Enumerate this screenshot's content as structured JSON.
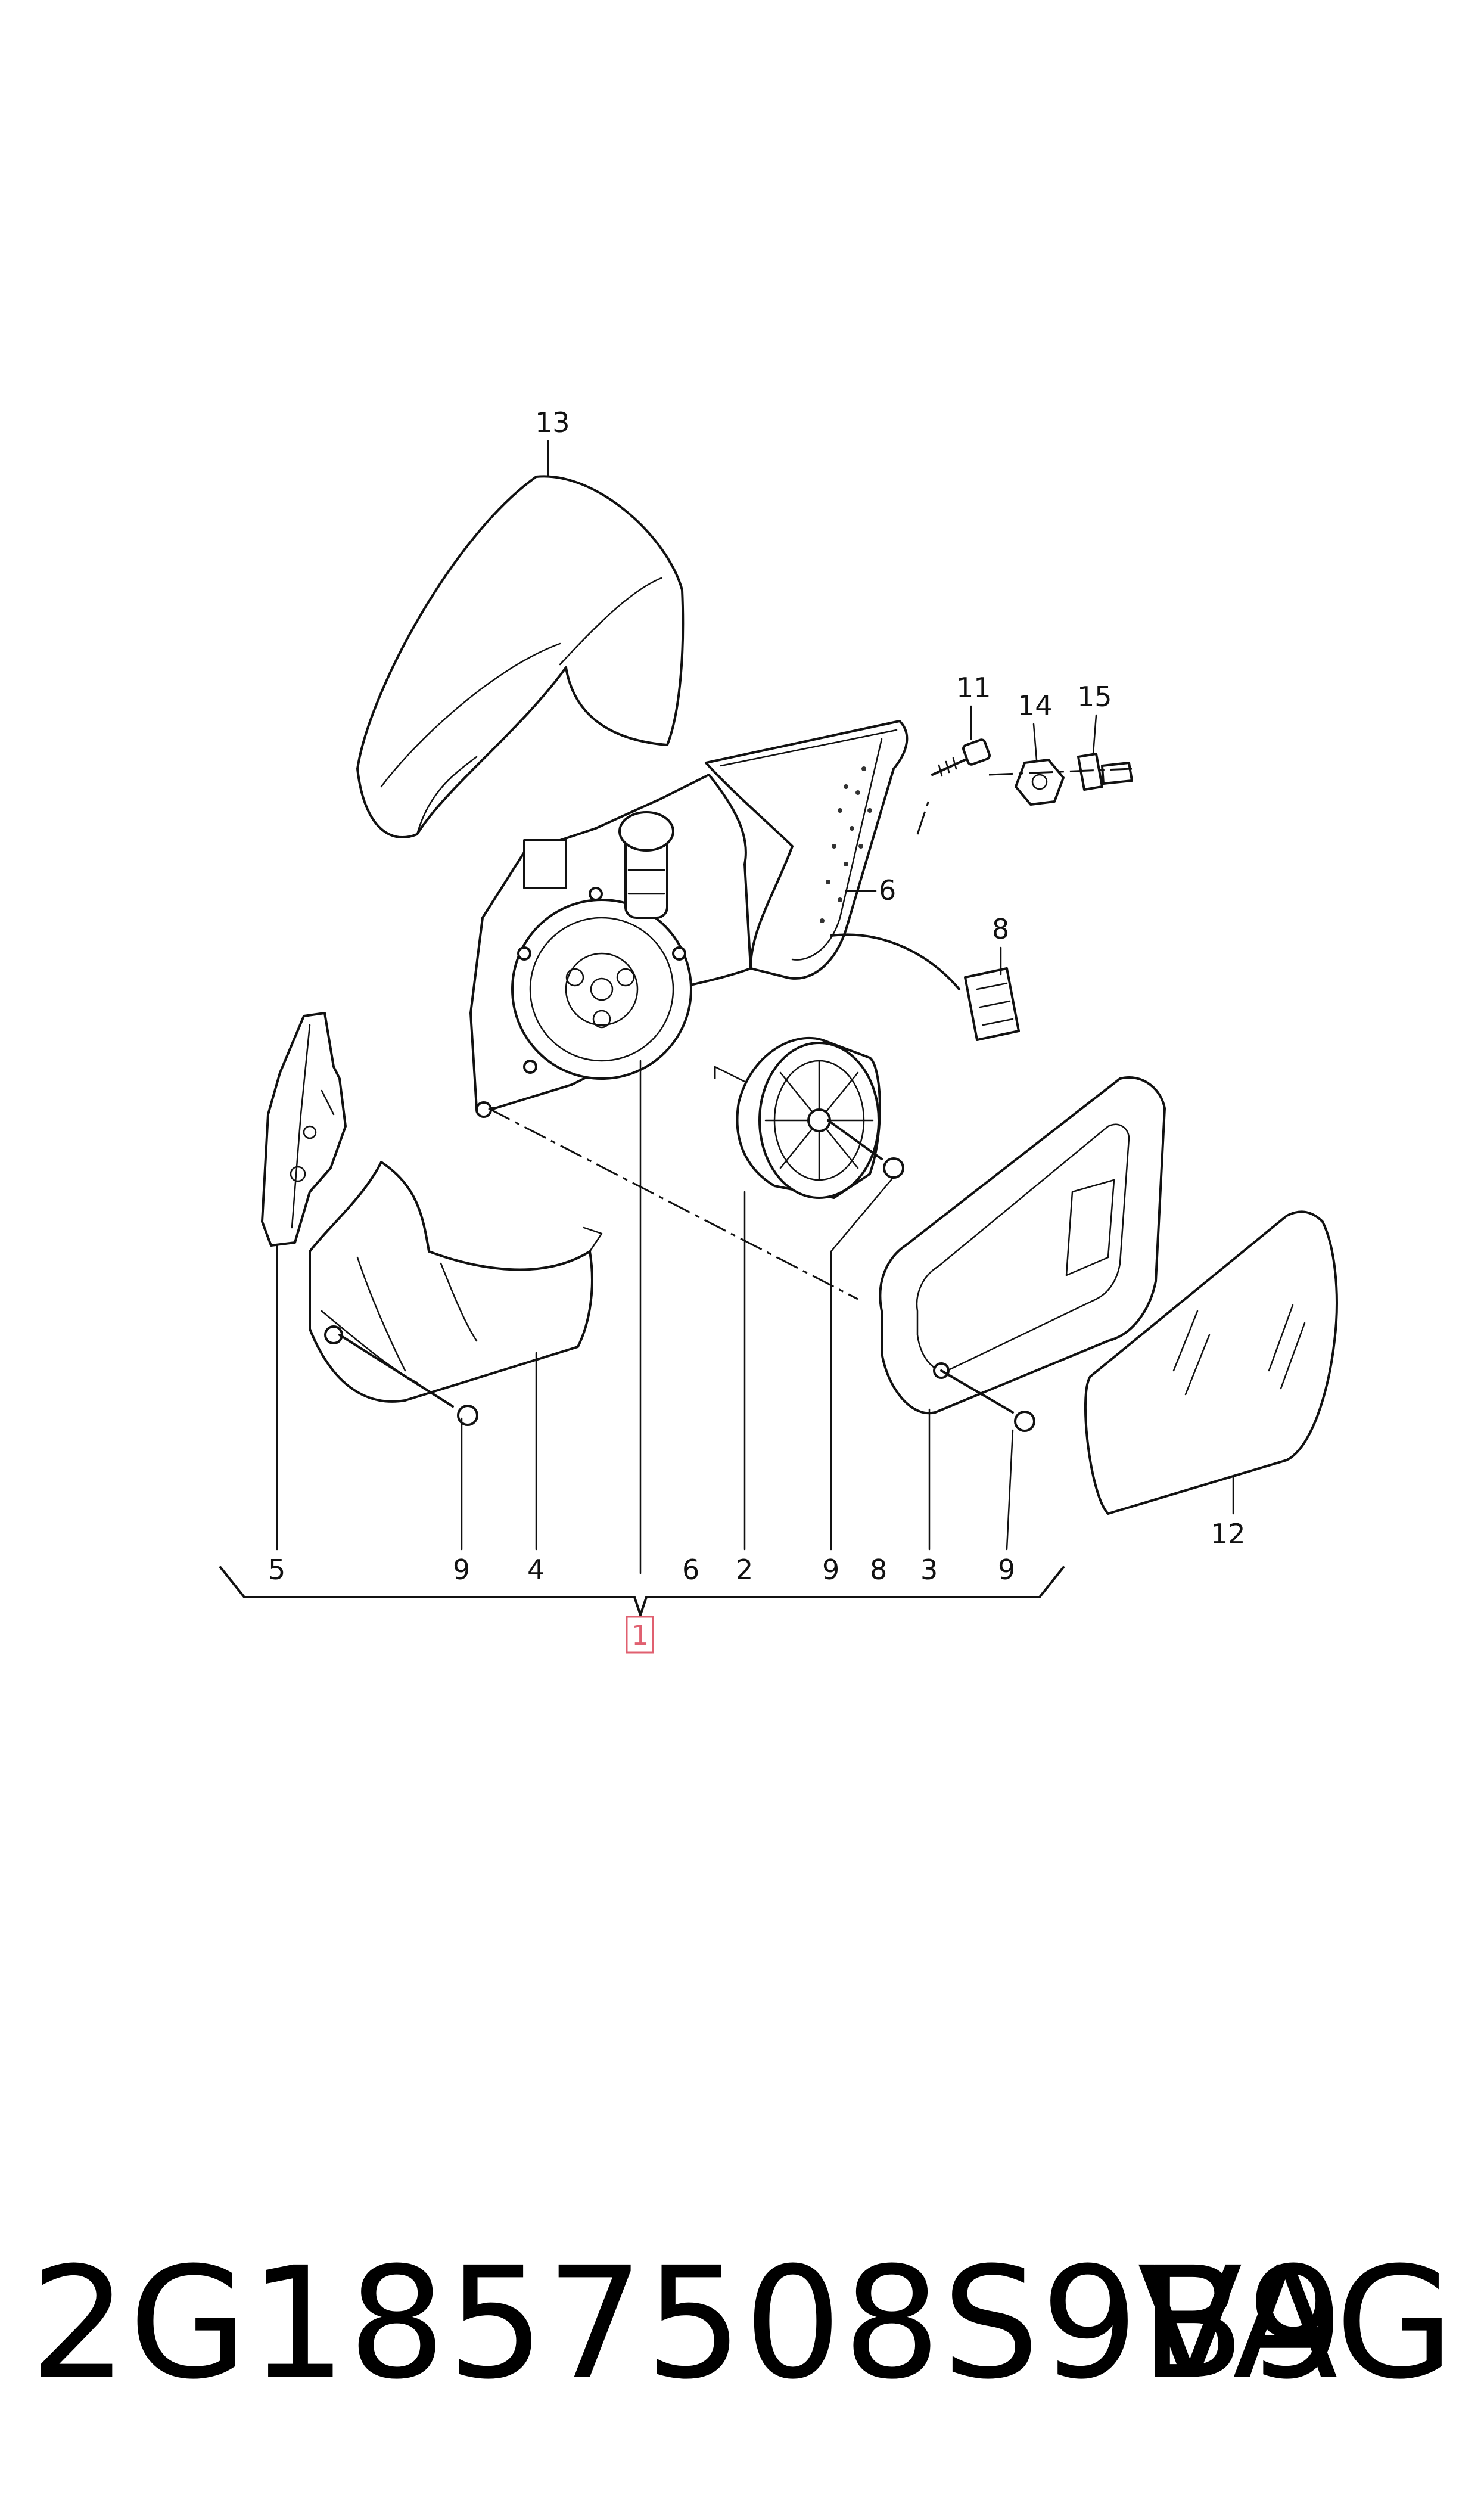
{
  "callouts": {
    "c1": "1",
    "c2": "2",
    "c3": "3",
    "c4": "4",
    "c5": "5",
    "c6a": "6",
    "c6b": "6",
    "c8a": "8",
    "c8b": "8",
    "c9a": "9",
    "c9b": "9",
    "c9c": "9",
    "c11": "11",
    "c12": "12",
    "c13": "13",
    "c14": "14",
    "c15": "15"
  },
  "footer": {
    "part_number": "2G1857508S9B9",
    "brand": "VAG"
  },
  "colors": {
    "line": "#111111",
    "highlight_box": "#e06070",
    "background": "#ffffff"
  }
}
